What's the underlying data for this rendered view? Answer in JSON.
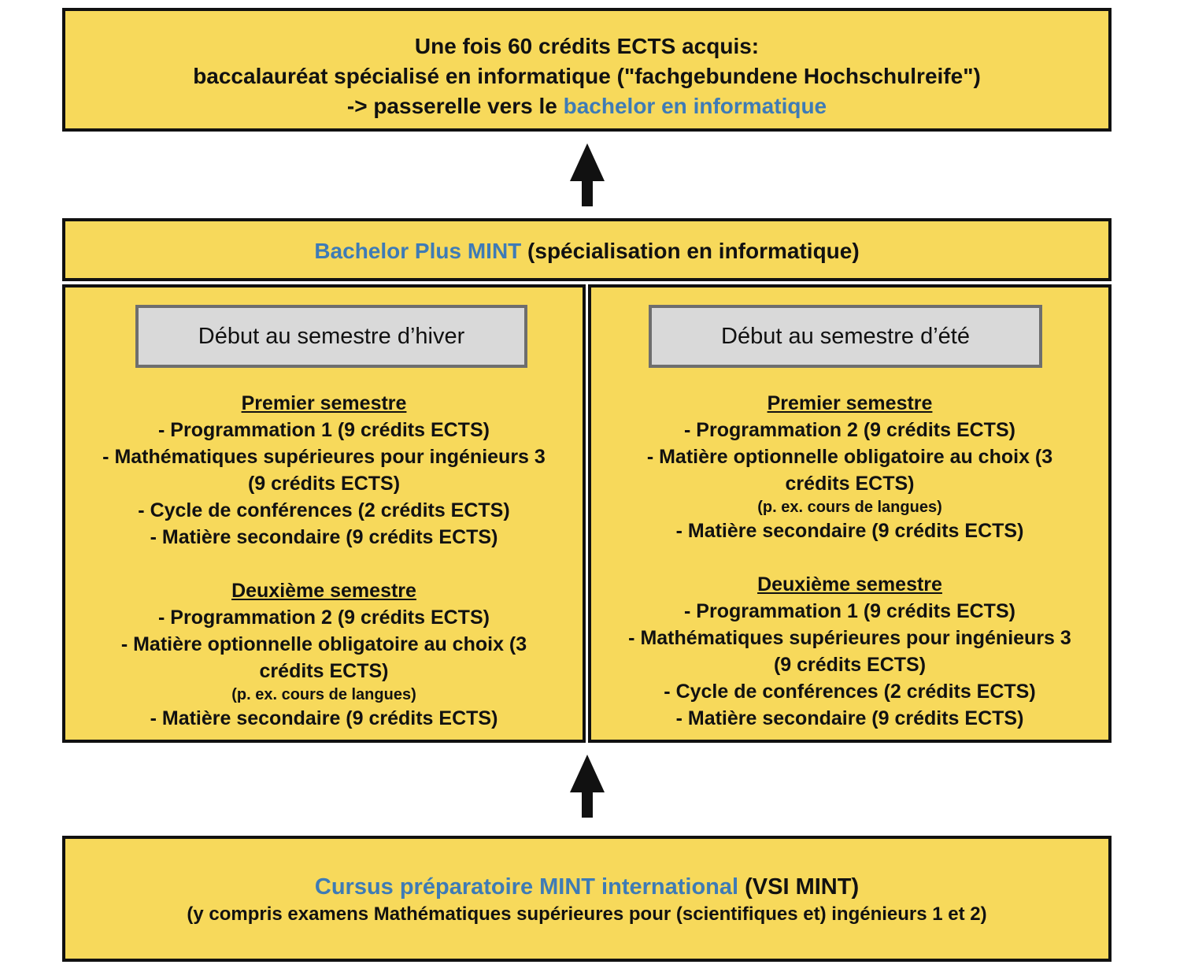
{
  "top": {
    "line1": "Une fois 60 crédits ECTS acquis:",
    "line2": "baccalauréat spécialisé en informatique (\"fachgebundene Hochschulreife\")",
    "line3_prefix": "-> passerelle vers le ",
    "line3_link": "bachelor en informatique"
  },
  "middle": {
    "title_link": "Bachelor Plus MINT",
    "title_rest": " (spécialisation en informatique)"
  },
  "left": {
    "header": "Début au semestre d’hiver",
    "s1_title": "Premier semestre",
    "s1_items": [
      "- Programmation 1 (9 crédits ECTS)",
      "- Mathématiques supérieures pour ingénieurs 3",
      "(9 crédits ECTS)",
      "- Cycle de conférences  (2 crédits ECTS)",
      "- Matière secondaire (9 crédits ECTS)"
    ],
    "s2_title": "Deuxième semestre",
    "s2_items": [
      "- Programmation 2 (9 crédits ECTS)",
      "- Matière optionnelle obligatoire au choix (3",
      "crédits ECTS)"
    ],
    "s2_note": "(p. ex. cours de langues)",
    "s2_last": "- Matière secondaire (9 crédits ECTS)"
  },
  "right": {
    "header": "Début au semestre d’été",
    "s1_title": "Premier semestre",
    "s1_items": [
      "- Programmation 2 (9 crédits ECTS)",
      "- Matière optionnelle obligatoire au choix (3",
      "crédits ECTS)"
    ],
    "s1_note": "(p. ex. cours de langues)",
    "s1_last": "- Matière secondaire (9 crédits ECTS)",
    "s2_title": "Deuxième semestre",
    "s2_items": [
      "- Programmation 1 (9 crédits ECTS)",
      "- Mathématiques supérieures pour ingénieurs 3",
      "(9 crédits ECTS)",
      "- Cycle de conférences (2 crédits ECTS)",
      "- Matière secondaire (9 crédits ECTS)"
    ]
  },
  "bottom": {
    "title_link": "Cursus préparatoire MINT international",
    "title_rest": " (VSI MINT)",
    "subtitle": "(y compris examens Mathématiques supérieures pour (scientifiques et) ingénieurs 1 et 2)"
  },
  "colors": {
    "box_fill": "#f7d95b",
    "link_blue": "#3e7bb6",
    "gray_fill": "#d9d9d9"
  }
}
